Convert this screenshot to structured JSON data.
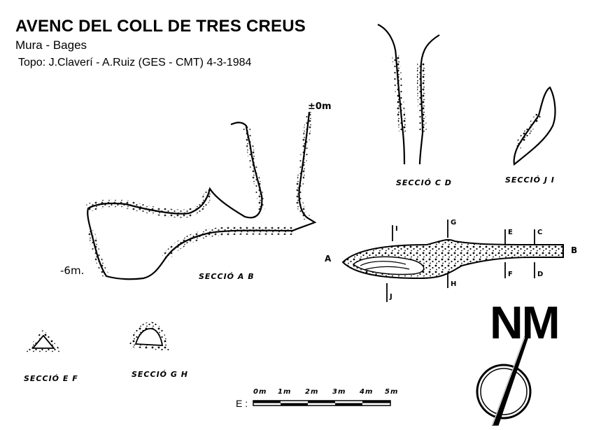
{
  "header": {
    "title": "AVENC DEL COLL DE TRES CREUS",
    "subtitle": "Mura - Bages",
    "credits": "Topo: J.Claverí - A.Ruiz   (GES - CMT)  4-3-1984"
  },
  "depths": {
    "top": "±0m",
    "bottom": "-6m."
  },
  "sections": {
    "ab": "SECCIÓ   A B",
    "cd": "SECCIÓ   C D",
    "ji": "SECCIÓ   J I",
    "ef": "SECCIÓ   E F",
    "gh": "SECCIÓ   G H"
  },
  "plan_markers": {
    "a": "A",
    "b": "B",
    "c": "C",
    "d": "D",
    "e": "E",
    "f": "F",
    "g": "G",
    "h": "H",
    "i": "I",
    "j": "J"
  },
  "north": {
    "label": "NM"
  },
  "scale": {
    "prefix": "E :",
    "ticks": [
      "0m",
      "1m",
      "2m",
      "3m",
      "4m",
      "5m"
    ]
  }
}
